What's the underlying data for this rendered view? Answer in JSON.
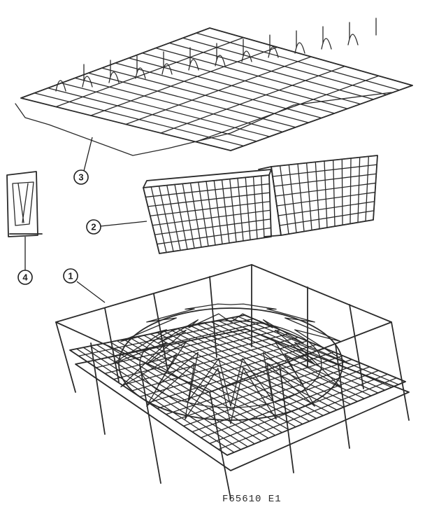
{
  "callouts": [
    {
      "id": "1",
      "label": "1"
    },
    {
      "id": "2",
      "label": "2"
    },
    {
      "id": "3",
      "label": "3"
    },
    {
      "id": "4",
      "label": "4"
    }
  ],
  "drawing_code": "F65610 E1",
  "colors": {
    "ink": "#2a2a2a",
    "paper": "#ffffff"
  }
}
